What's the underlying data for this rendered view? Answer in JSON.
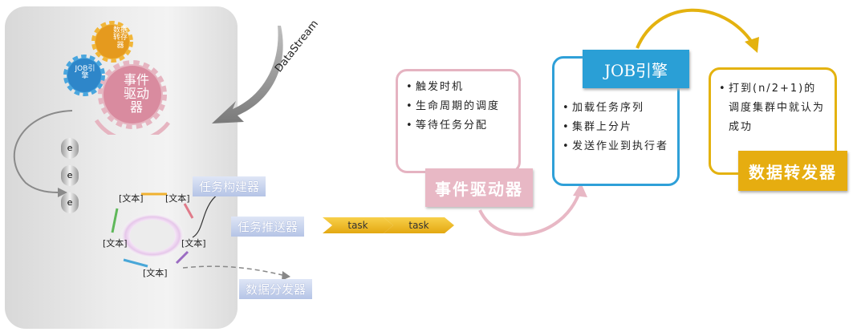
{
  "gears": {
    "yellow": "数据\n转存\n器",
    "blue": "JOB引\n擎",
    "pink": "事件\n驱动\n器"
  },
  "datastream_label": "DataStream",
  "queue_icons": [
    "e",
    "e",
    "e"
  ],
  "cycle_labels": [
    "[文本]",
    "[文本]",
    "[文本]",
    "[文本]",
    "[文本]"
  ],
  "buttons": {
    "task_builder": "任务构建器",
    "task_pusher": "任务推送器",
    "data_distributor": "数据分发器"
  },
  "tasks": [
    "task",
    "task"
  ],
  "event_box": {
    "items": [
      "触发时机",
      "生命周期的调度",
      "等待任务分配"
    ],
    "title": "事件驱动器"
  },
  "job_box": {
    "title": "JOB引擎",
    "items": [
      "加载任务序列",
      "集群上分片",
      "发送作业到执行者"
    ]
  },
  "forwarder_box": {
    "items": [
      "打到(n/2+1)的调度集群中就认为成功"
    ],
    "title": "数据转发器"
  },
  "colors": {
    "pink": "#d9a7b3",
    "blue": "#2f9fd8",
    "gold": "#e4b20f",
    "job_title_bg": "#2a9fd6",
    "event_title_bg": "#e7b6c3",
    "forwarder_title_bg": "#e6ad10"
  }
}
